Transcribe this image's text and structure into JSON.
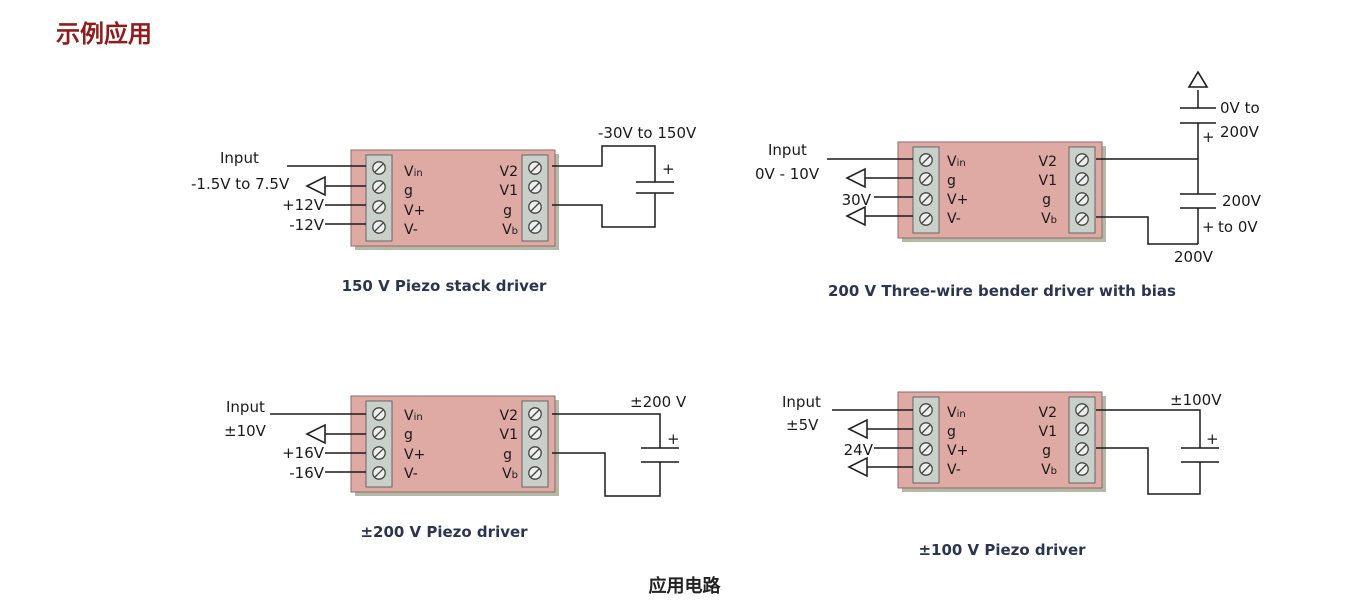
{
  "heading": "示例应用",
  "caption": "应用电路",
  "colors": {
    "heading": "#8f1d1d",
    "module_fill": "#dfaaa4",
    "terminal_fill": "#c9cfc9",
    "title_text": "#2b3550"
  },
  "pins": {
    "left": [
      "V",
      "g",
      "V+",
      "V-"
    ],
    "left_first_sub": "in",
    "right": [
      "V2",
      "V1",
      "g",
      "V"
    ],
    "right_last_sub": "b"
  },
  "circuits": {
    "stack": {
      "title": "150 V Piezo stack driver",
      "input_label": "Input",
      "input_range": "-1.5V to 7.5V",
      "supply_pos": "+12V",
      "supply_neg": "-12V",
      "output_range": "-30V to 150V",
      "polarity": "+"
    },
    "bender": {
      "title": "200 V Three-wire bender driver with bias",
      "input_label": "Input",
      "input_range": "0V - 10V",
      "supply": "30V",
      "top_range_a": "0V to",
      "top_range_b": "200V",
      "bottom_range_a": "200V",
      "bottom_range_b": "to 0V",
      "bias": "200V",
      "polarity": "+"
    },
    "driver200": {
      "title": "±200 V Piezo driver",
      "input_label": "Input",
      "input_range": "±10V",
      "supply_pos": "+16V",
      "supply_neg": "-16V",
      "output_range": "±200 V",
      "polarity": "+"
    },
    "driver100": {
      "title": "±100 V Piezo driver",
      "input_label": "Input",
      "input_range": "±5V",
      "supply": "24V",
      "output_range": "±100V",
      "polarity": "+"
    }
  }
}
